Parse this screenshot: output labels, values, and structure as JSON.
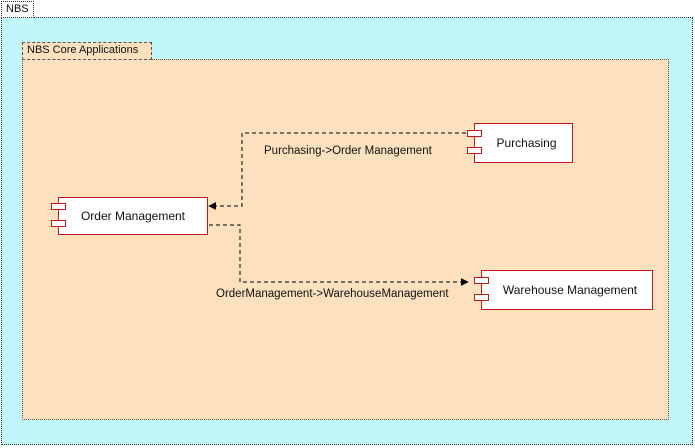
{
  "packages": {
    "outer": {
      "label": "NBS"
    },
    "inner": {
      "label": "NBS Core Applications"
    }
  },
  "components": {
    "order_management": {
      "label": "Order Management"
    },
    "purchasing": {
      "label": "Purchasing"
    },
    "warehouse_management": {
      "label": "Warehouse Management"
    }
  },
  "connectors": {
    "purchasing_to_order": {
      "label": "Purchasing->Order Management"
    },
    "order_to_warehouse": {
      "label": "OrderManagement->WarehouseManagement"
    }
  },
  "colors": {
    "outer_fill": "#bff7fb",
    "inner_fill": "#fde0be",
    "component_border": "#c2181b"
  }
}
